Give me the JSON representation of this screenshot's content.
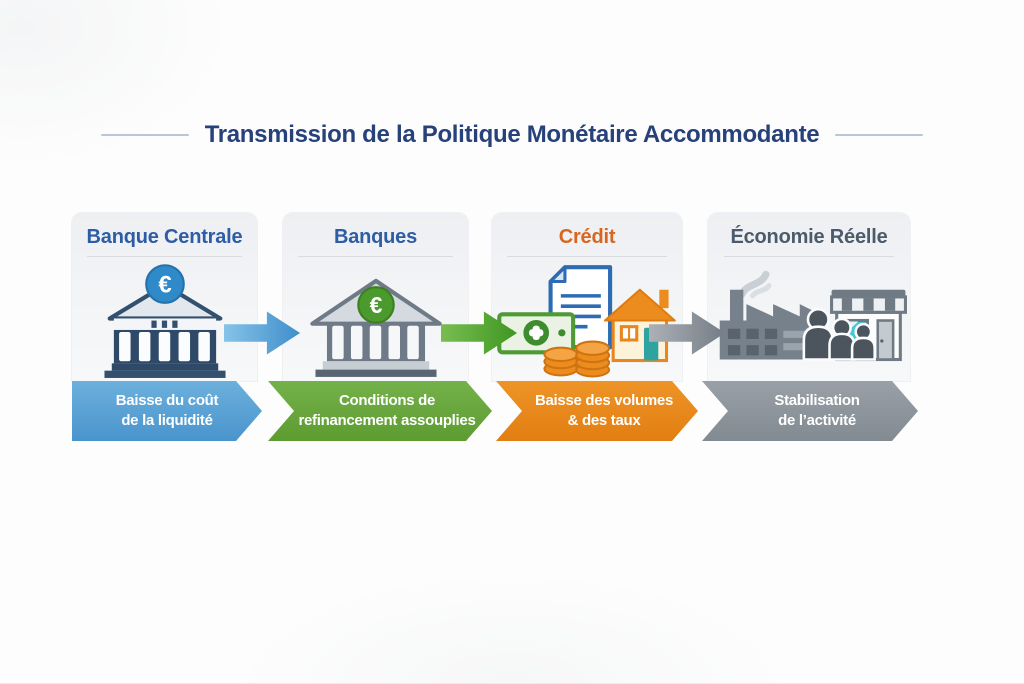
{
  "title": "Transmission de la Politique Monétaire Accommodante",
  "title_color": "#27417a",
  "stages": [
    {
      "name": "Banque Centrale",
      "name_color": "#2d5da5",
      "icon": "bank-building-blue-euro-coin-icon",
      "euro_symbol": "€",
      "banner": {
        "line1": "Baisse du coût",
        "line2": "de la liquidité",
        "color": "#4f9bd2"
      }
    },
    {
      "name": "Banques",
      "name_color": "#2d5da5",
      "icon": "bank-building-green-euro-coin-icon",
      "euro_symbol": "€",
      "banner": {
        "line1": "Conditions de",
        "line2": "refinancement assouplies",
        "color": "#67a93c"
      }
    },
    {
      "name": "Crédit",
      "name_color": "#d9661e",
      "icon": "banknote-document-coins-house-icon",
      "banner": {
        "line1": "Baisse des volumes",
        "line2": "& des taux",
        "color": "#e8871f"
      }
    },
    {
      "name": "Économie Réelle",
      "name_color": "#4c5b6b",
      "icon": "factory-people-store-icon",
      "banner": {
        "line1": "Stabilisation",
        "line2": "de l’activité",
        "color": "#8b939b"
      }
    }
  ],
  "connectors": [
    {
      "icon": "right-arrow-icon",
      "color": "#58a0d4"
    },
    {
      "icon": "right-arrow-icon",
      "color": "#4aa028"
    },
    {
      "icon": "right-arrow-icon",
      "color": "#8d949c"
    }
  ]
}
